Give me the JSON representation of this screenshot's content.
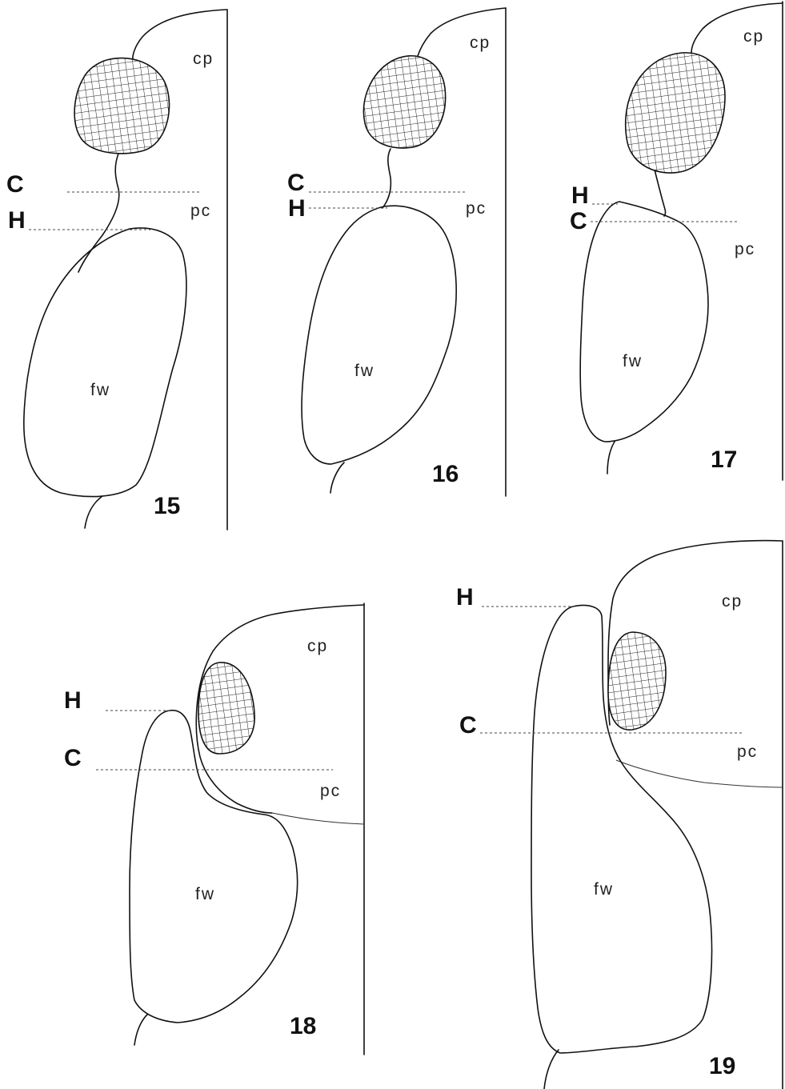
{
  "figures": [
    {
      "number": "15",
      "c_label": "C",
      "h_label": "H",
      "fw_label": "fw",
      "cp_label": "cp",
      "pc_label": "pc"
    },
    {
      "number": "16",
      "c_label": "C",
      "h_label": "H",
      "fw_label": "fw",
      "cp_label": "cp",
      "pc_label": "pc"
    },
    {
      "number": "17",
      "c_label": "C",
      "h_label": "H",
      "fw_label": "fw",
      "cp_label": "cp",
      "pc_label": "pc"
    },
    {
      "number": "18",
      "c_label": "C",
      "h_label": "H",
      "fw_label": "fw",
      "cp_label": "cp",
      "pc_label": "pc"
    },
    {
      "number": "19",
      "c_label": "C",
      "h_label": "H",
      "fw_label": "fw",
      "cp_label": "cp",
      "pc_label": "pc"
    }
  ],
  "colors": {
    "line": "#111111",
    "background": "#ffffff"
  }
}
